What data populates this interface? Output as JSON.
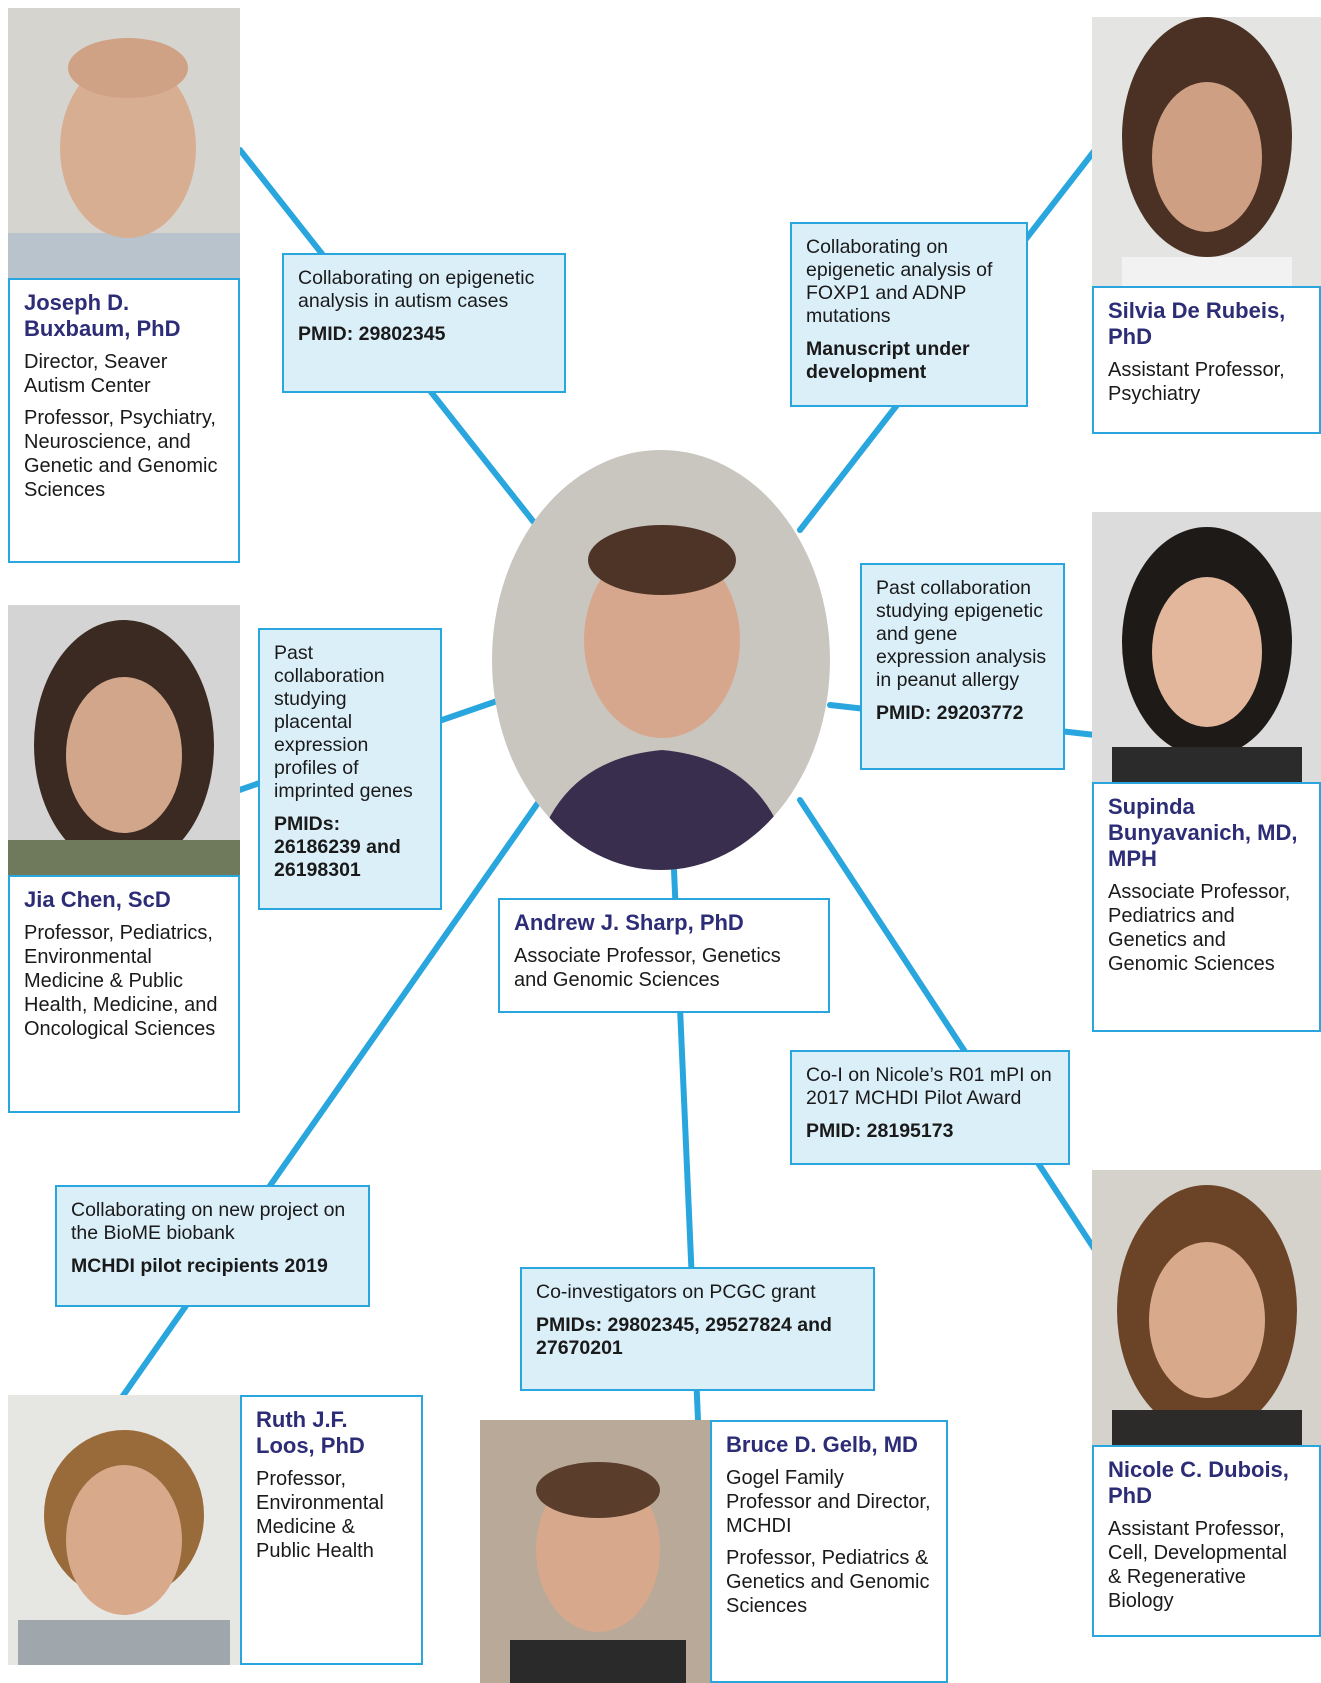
{
  "center": {
    "name": "Andrew J. Sharp, PhD",
    "title": "Associate Professor, Genetics and Genomic Sciences"
  },
  "people": {
    "buxbaum": {
      "name": "Joseph D. Buxbaum, PhD",
      "lines": [
        "Director, Seaver Autism Center",
        "Professor, Psychiatry, Neuroscience, and Genetic and Genomic Sciences"
      ]
    },
    "derubeis": {
      "name": "Silvia De Rubeis, PhD",
      "lines": [
        "Assistant Professor, Psychiatry"
      ]
    },
    "chen": {
      "name": "Jia Chen, ScD",
      "lines": [
        "Professor, Pediatrics, Environmental Medicine & Public Health, Medicine, and Oncological Sciences"
      ]
    },
    "bunyavanich": {
      "name": "Supinda Bunyavanich, MD, MPH",
      "lines": [
        "Associate Professor, Pediatrics and Genetics and Genomic Sciences"
      ]
    },
    "loos": {
      "name": "Ruth J.F. Loos, PhD",
      "lines": [
        "Professor, Environmental Medicine & Public Health"
      ]
    },
    "gelb": {
      "name": "Bruce D. Gelb, MD",
      "lines": [
        "Gogel Family Professor and Director, MCHDI",
        "Professor, Pediatrics & Genetics and Genomic Sciences"
      ]
    },
    "dubois": {
      "name": "Nicole C. Dubois, PhD",
      "lines": [
        "Assistant Professor, Cell, Developmental & Regenerative Biology"
      ]
    }
  },
  "collaborations": {
    "buxbaum": {
      "desc": "Collaborating on epigenetic analysis in autism cases",
      "ref": "PMID: 29802345"
    },
    "derubeis": {
      "desc": "Collaborating on epigenetic analysis of FOXP1 and ADNP mutations",
      "ref": "Manuscript under development"
    },
    "chen": {
      "desc": "Past collaboration studying placental expression profiles of imprinted genes",
      "ref": "PMIDs: 26186239 and 26198301"
    },
    "bunyavanich": {
      "desc": "Past collaboration studying epigenetic and gene expression analysis in peanut allergy",
      "ref": "PMID: 29203772"
    },
    "dubois": {
      "desc": "Co-I on Nicole’s R01 mPI on 2017 MCHDI Pilot Award",
      "ref": "PMID: 28195173"
    },
    "loos": {
      "desc": "Collaborating on new project on the BioME biobank",
      "ref": "MCHDI pilot recipients 2019"
    },
    "gelb": {
      "desc": "Co-investigators on PCGC grant",
      "ref": "PMIDs: 29802345, 29527824 and 27670201"
    }
  },
  "colors": {
    "accent": "#2aa6df",
    "collab_fill": "#dbeff9",
    "name_text": "#2d2d77"
  }
}
